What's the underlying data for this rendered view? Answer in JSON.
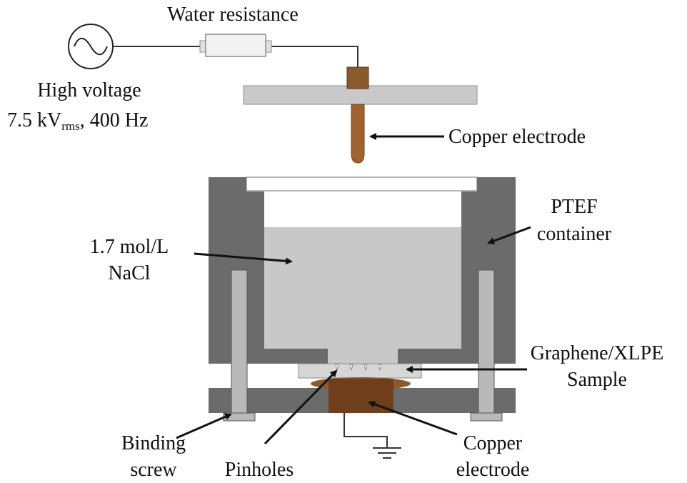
{
  "labels": {
    "water_resistance": "Water resistance",
    "high_voltage": "High voltage",
    "voltage_value": "7.5 kV",
    "voltage_subscript": "rms",
    "frequency": ", 400 Hz",
    "copper_electrode_top": "Copper electrode",
    "ptef_line1": "PTEF",
    "ptef_line2": "container",
    "nacl_line1": "1.7 mol/L",
    "nacl_line2": "NaCl",
    "sample_line1": "Graphene/XLPE",
    "sample_line2": "Sample",
    "binding_line1": "Binding",
    "binding_line2": "screw",
    "pinholes": "Pinholes",
    "copper_bottom_line1": "Copper",
    "copper_bottom_line2": "electrode"
  },
  "colors": {
    "ptfe": "#6b6b6b",
    "ptfe_light": "#b9b9b9",
    "nacl": "#c8c8c8",
    "copper": "#8b5a2b",
    "copper_dark": "#5c3317",
    "holder_bar": "#c9c9c9",
    "sample": "#d6d6d6"
  },
  "icons": {
    "ac_source": "ac-source-icon",
    "ground": "ground-icon"
  }
}
